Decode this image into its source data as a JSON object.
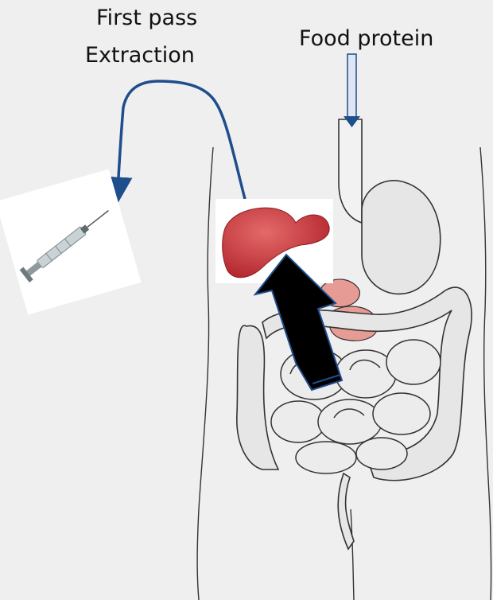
{
  "labels": {
    "first_pass": "First pass",
    "extraction": "Extraction",
    "food_protein": "Food protein"
  },
  "colors": {
    "background": "#efefef",
    "arrow_blue": "#1f4e8c",
    "liver_red": "#c8323a",
    "organ_outline": "#3a3a3a",
    "organ_fill": "#e6e6e6",
    "gut_arrow": "#000000"
  },
  "icons": [
    "syringe-icon",
    "liver-icon"
  ]
}
